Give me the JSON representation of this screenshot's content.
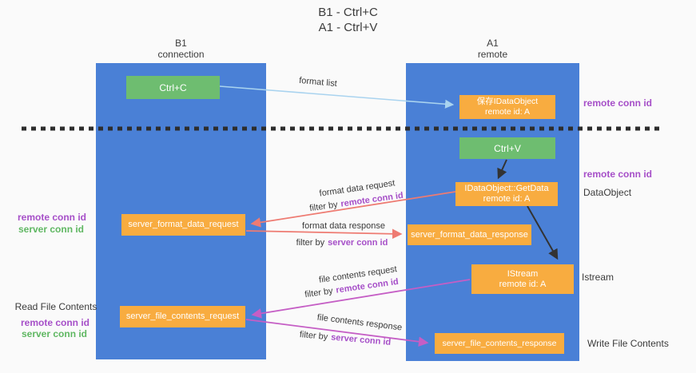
{
  "title": {
    "line1": "B1 - Ctrl+C",
    "line2": "A1 - Ctrl+V"
  },
  "lanes": {
    "left": {
      "name": "B1",
      "subtitle": "connection"
    },
    "right": {
      "name": "A1",
      "subtitle": "remote"
    }
  },
  "boxes": {
    "ctrl_c": "Ctrl+C",
    "ctrl_v": "Ctrl+V",
    "save_dataobject_line1": "保存IDataObject",
    "save_dataobject_line2": "remote id: A",
    "getdata_line1": "IDataObject::GetData",
    "getdata_line2": "remote id: A",
    "istream_line1": "IStream",
    "istream_line2": "remote id: A",
    "server_format_data_request": "server_format_data_request",
    "server_format_data_response": "server_format_data_response",
    "server_file_contents_request": "server_file_contents_request",
    "server_file_contents_response": "server_file_contents_response"
  },
  "side_labels": {
    "remote_conn_id_top": "remote conn id",
    "remote_conn_id_mid": "remote conn id",
    "dataobject": "DataObject",
    "istream": "Istream",
    "write_file_contents": "Write File Contents",
    "read_file_contents": "Read File Contents",
    "left_remote_conn_id_1": "remote conn id",
    "left_server_conn_id_1": "server conn id",
    "left_remote_conn_id_2": "remote conn id",
    "left_server_conn_id_2": "server conn id"
  },
  "arrow_labels": {
    "format_list": "format list",
    "format_data_request": "format data request",
    "format_data_response": "format data response",
    "file_contents_request": "file contents request",
    "file_contents_response": "file contents response",
    "filter_by": "filter by",
    "remote_conn_id": "remote conn id",
    "server_conn_id": "server conn id"
  },
  "colors": {
    "lane_blue": "#4a80d6",
    "box_green": "#6ebd70",
    "box_orange": "#f8ac40",
    "arrow_blue": "#a9d3ef",
    "arrow_black": "#333333",
    "arrow_red": "#ee7b72",
    "arrow_magenta": "#c55ec5",
    "divider_black": "#2d2d2d",
    "text_purple": "#a64fc8",
    "text_green": "#5fb762"
  }
}
